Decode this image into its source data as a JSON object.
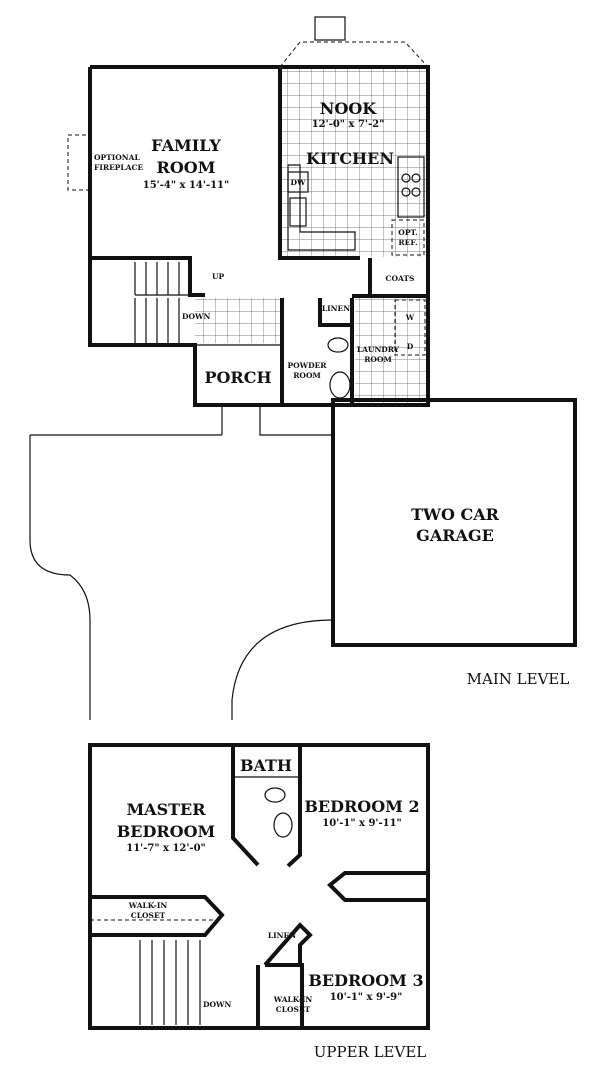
{
  "main_level": {
    "title": "MAIN LEVEL",
    "rooms": {
      "family_room": {
        "name_line1": "FAMILY",
        "name_line2": "ROOM",
        "dims": "15'-4\" x 14'-11\""
      },
      "nook": {
        "name": "NOOK",
        "dims": "12'-0\" x 7'-2\""
      },
      "kitchen": {
        "name": "KITCHEN"
      },
      "porch": {
        "name": "PORCH"
      },
      "powder_room": {
        "name_line1": "POWDER",
        "name_line2": "ROOM"
      },
      "laundry_room": {
        "name_line1": "LAUNDRY",
        "name_line2": "ROOM"
      },
      "garage": {
        "name_line1": "TWO CAR",
        "name_line2": "GARAGE"
      }
    },
    "labels": {
      "fireplace_line1": "OPTIONAL",
      "fireplace_line2": "FIREPLACE",
      "dishwasher": "DW",
      "ref_line1": "OPT.",
      "ref_line2": "REF.",
      "coats": "COATS",
      "linen": "LINEN",
      "washer": "W",
      "dryer": "D",
      "stairs_up": "UP",
      "stairs_down": "DOWN"
    }
  },
  "upper_level": {
    "title": "UPPER LEVEL",
    "rooms": {
      "master_bedroom": {
        "name_line1": "MASTER",
        "name_line2": "BEDROOM",
        "dims": "11'-7\" x 12'-0\""
      },
      "bath": {
        "name": "BATH"
      },
      "bedroom_2": {
        "name": "BEDROOM 2",
        "dims": "10'-1\" x 9'-11\""
      },
      "bedroom_3": {
        "name": "BEDROOM 3",
        "dims": "10'-1\" x 9'-9\""
      }
    },
    "labels": {
      "walk_in_closet_1_line1": "WALK-IN",
      "walk_in_closet_1_line2": "CLOSET",
      "walk_in_closet_2_line1": "WALK-IN",
      "walk_in_closet_2_line2": "CLOSET",
      "linen": "LINEN",
      "stairs_down": "DOWN"
    }
  }
}
